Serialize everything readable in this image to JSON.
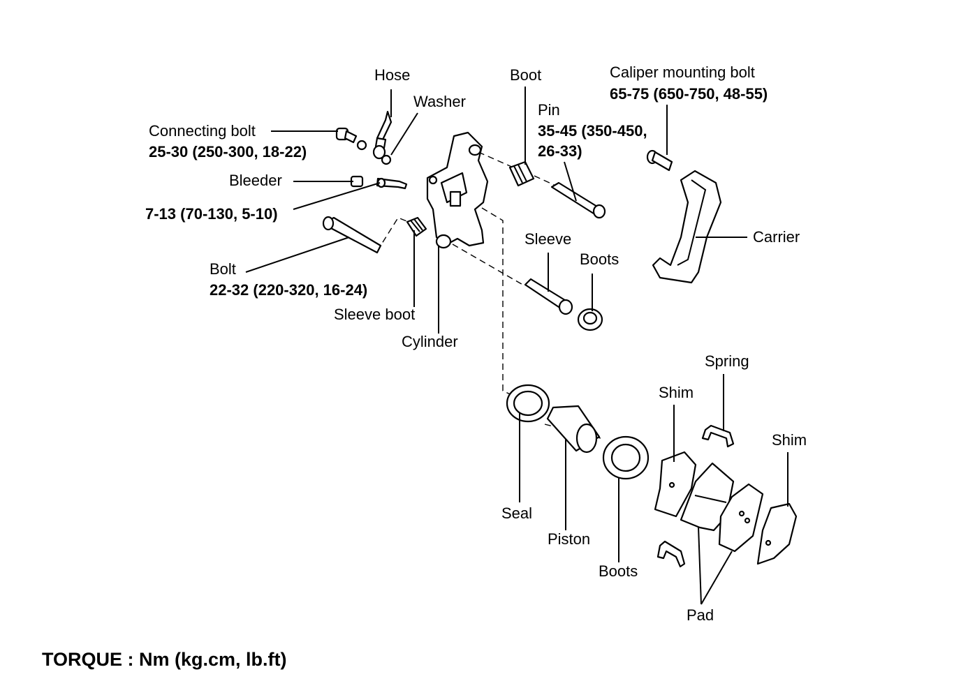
{
  "labels": {
    "hose": "Hose",
    "washer": "Washer",
    "boot": "Boot",
    "pin": "Pin",
    "pin_torque_1": "35-45 (350-450,",
    "pin_torque_2": "26-33)",
    "caliper_mounting_bolt": "Caliper mounting bolt",
    "caliper_mounting_bolt_torque": "65-75 (650-750, 48-55)",
    "connecting_bolt": "Connecting bolt",
    "connecting_bolt_torque": "25-30 (250-300, 18-22)",
    "bleeder": "Bleeder",
    "bleeder_torque": "7-13 (70-130, 5-10)",
    "bolt": "Bolt",
    "bolt_torque": "22-32 (220-320, 16-24)",
    "sleeve_boot": "Sleeve boot",
    "cylinder": "Cylinder",
    "sleeve": "Sleeve",
    "boots_upper": "Boots",
    "carrier": "Carrier",
    "spring": "Spring",
    "shim_left": "Shim",
    "shim_right": "Shim",
    "seal": "Seal",
    "piston": "Piston",
    "boots_lower": "Boots",
    "pad": "Pad"
  },
  "footer": {
    "torque_units": "TORQUE : Nm (kg.cm, lb.ft)"
  }
}
